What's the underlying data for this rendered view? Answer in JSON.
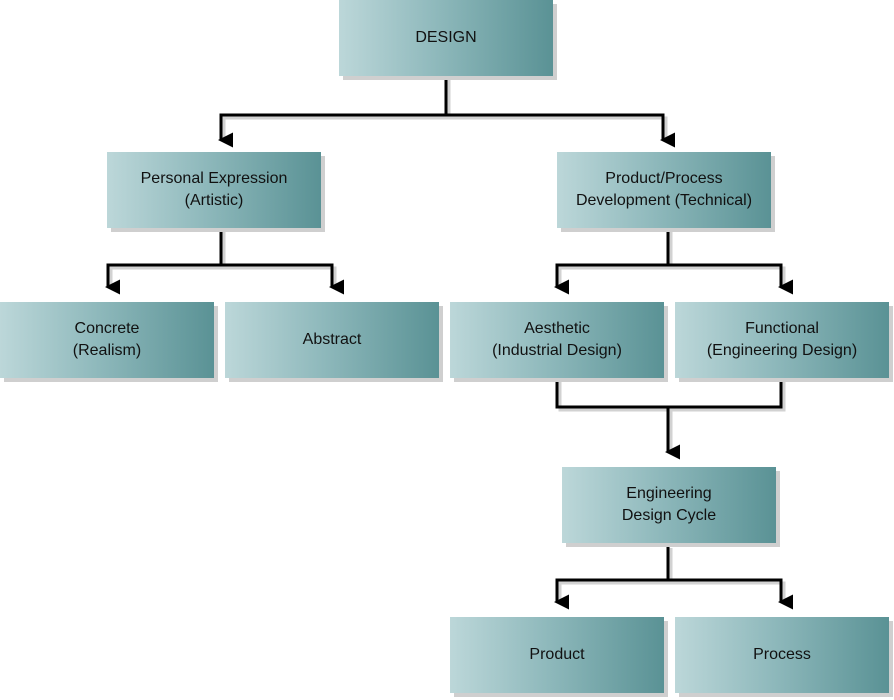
{
  "colors": {
    "box_light": "#bcd7d9",
    "box_dark": "#5a9295",
    "shadow": "#cfcfcf",
    "connector": "#000000"
  },
  "nodes": {
    "design": {
      "line1": "DESIGN"
    },
    "personal_expression": {
      "line1": "Personal Expression",
      "line2": "(Artistic)"
    },
    "product_process": {
      "line1": "Product/Process",
      "line2": "Development (Technical)"
    },
    "concrete": {
      "line1": "Concrete",
      "line2": "(Realism)"
    },
    "abstract": {
      "line1": "Abstract"
    },
    "aesthetic": {
      "line1": "Aesthetic",
      "line2": "(Industrial Design)"
    },
    "functional": {
      "line1": "Functional",
      "line2": "(Engineering Design)"
    },
    "engineering_design_cycle": {
      "line1": "Engineering",
      "line2": "Design Cycle"
    },
    "product": {
      "line1": "Product"
    },
    "process": {
      "line1": "Process"
    }
  }
}
